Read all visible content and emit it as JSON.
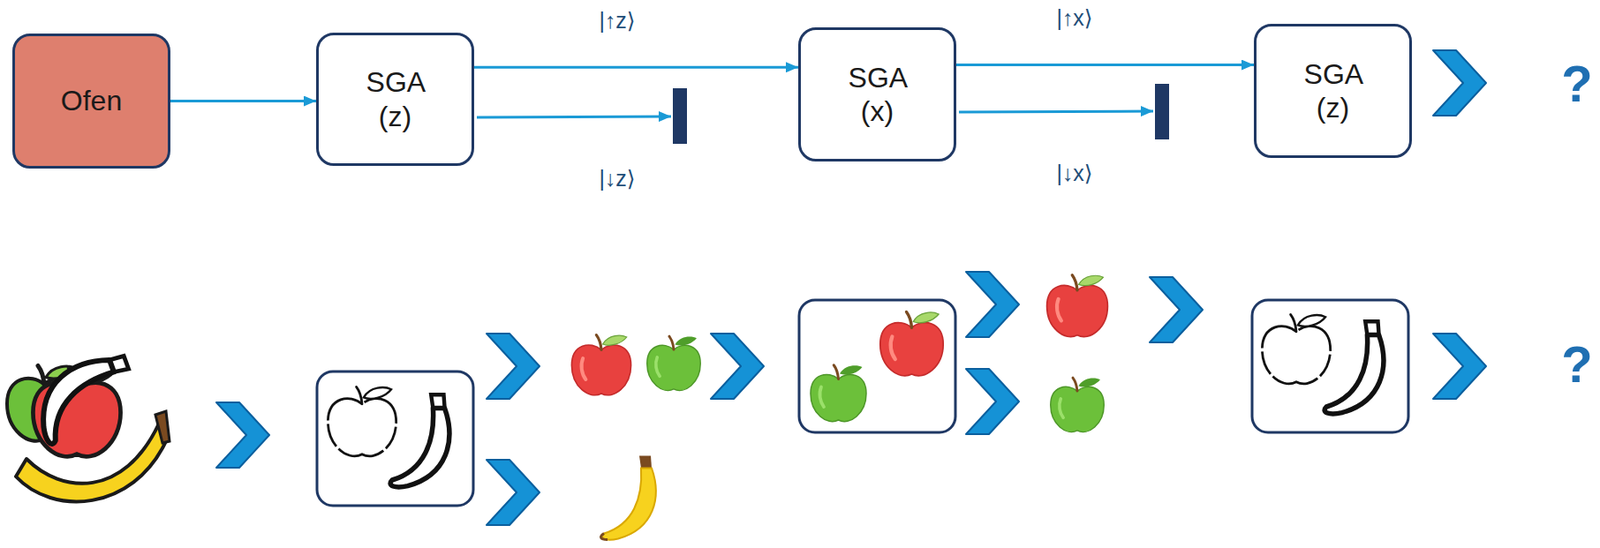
{
  "diagram": {
    "nodes": [
      {
        "text": [
          "Ofen"
        ]
      },
      {
        "text": [
          "SGA (z)"
        ]
      },
      {
        "text": [
          "SGA (x)"
        ]
      },
      {
        "text": [
          "SGA (z)"
        ]
      }
    ],
    "edges": [
      {
        "from": 0,
        "to": 1,
        "arrow": "to"
      },
      {
        "from": 1,
        "to": 2,
        "arrow": "to"
      },
      {
        "from": 2,
        "to": 3,
        "arrow": "to"
      }
    ],
    "labels": [
      "|↑z⟩",
      "|↓z⟩",
      "|↑x⟩",
      "|↓x⟩",
      "?",
      "?"
    ]
  }
}
